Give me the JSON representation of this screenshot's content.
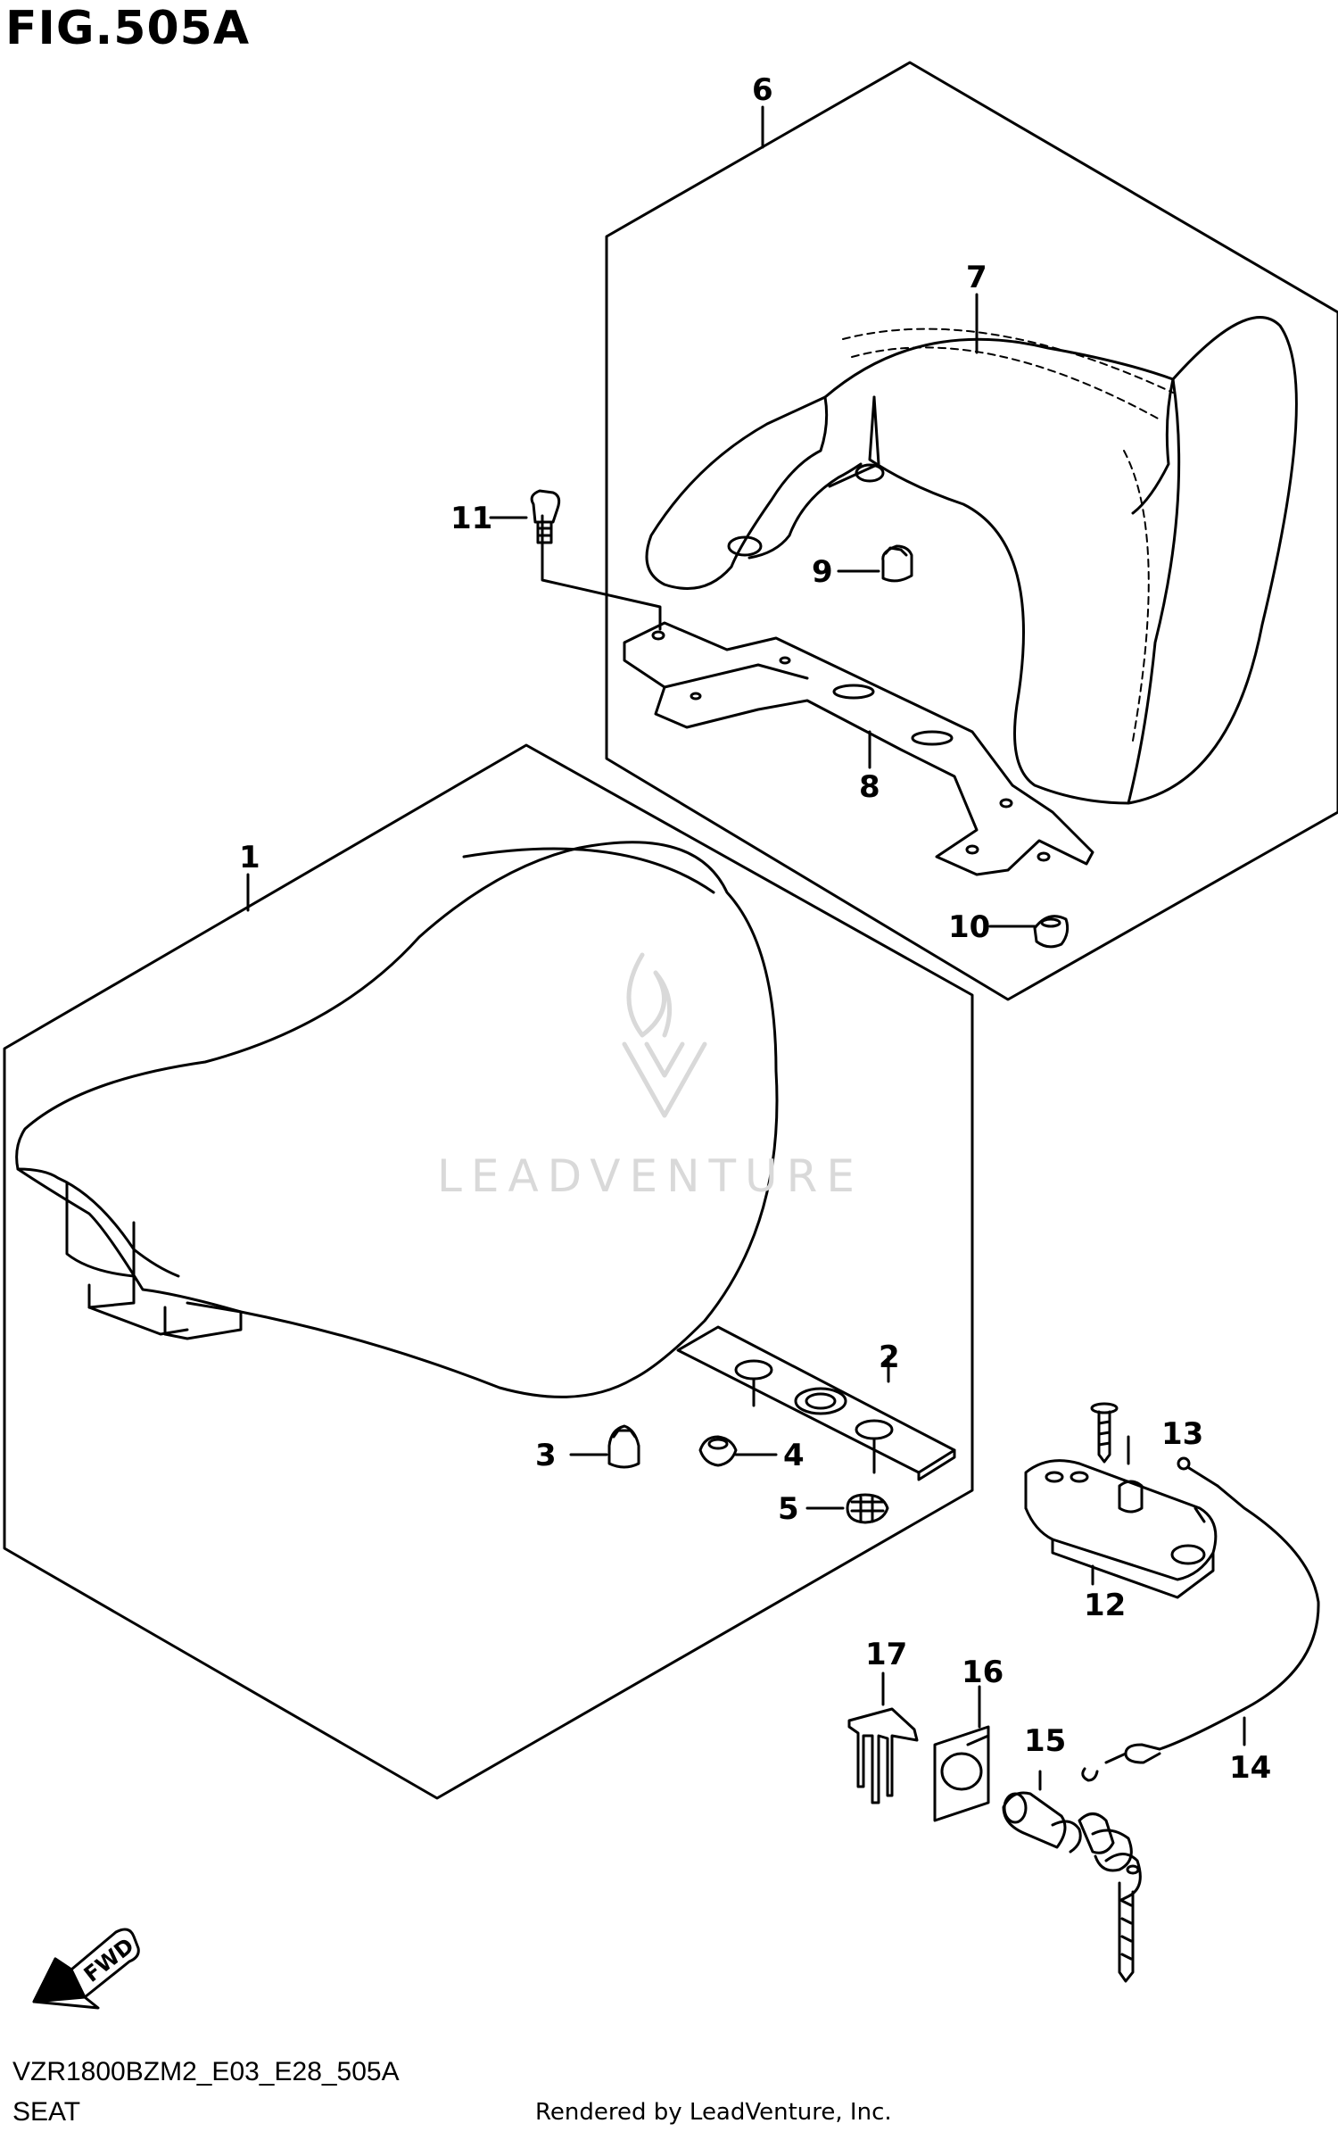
{
  "figure": {
    "title": "FIG.505A",
    "code": "VZR1800BZM2_E03_E28_505A",
    "name": "SEAT",
    "footer": "Rendered by LeadVenture, Inc.",
    "watermark": "LEADVENTURE",
    "fwd_label": "FWD"
  },
  "callouts": [
    "1",
    "2",
    "3",
    "4",
    "5",
    "6",
    "7",
    "8",
    "9",
    "10",
    "11",
    "12",
    "13",
    "14",
    "15",
    "16",
    "17"
  ],
  "colors": {
    "line": "#000000",
    "watermark": "#d9d9d9",
    "background": "#ffffff"
  }
}
